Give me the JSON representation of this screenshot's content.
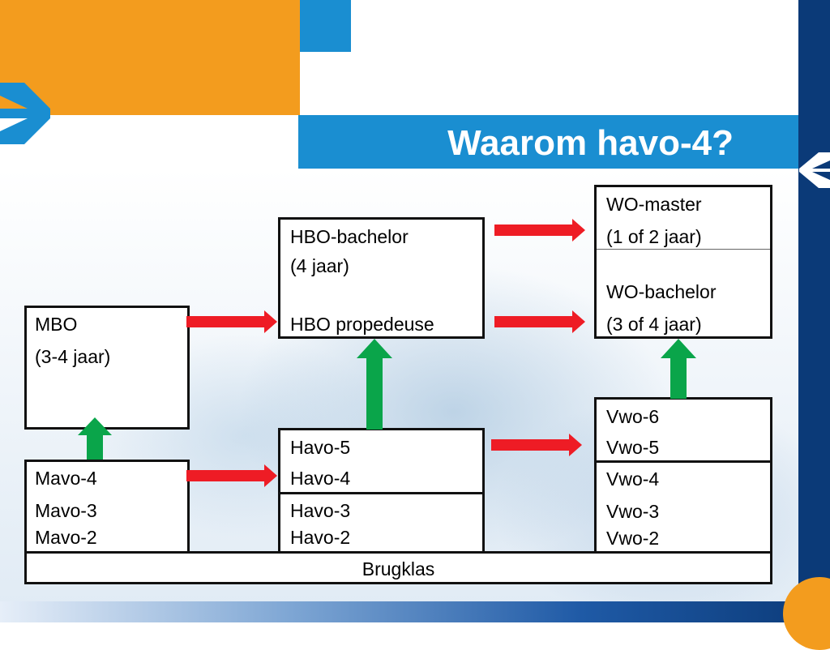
{
  "slide": {
    "title": "Waarom havo-4?"
  },
  "colors": {
    "orange": "#f39c1e",
    "blue": "#1a8ed1",
    "navy": "#0b3a78",
    "arrow_red": "#ee1c25",
    "arrow_green": "#0aa54a"
  },
  "icons": {
    "left_arrow": "chevron-right-icon",
    "right_arrow": "chevron-left-icon"
  },
  "boxes": {
    "mbo": {
      "line1": "MBO",
      "line2": "(3-4 jaar)"
    },
    "hbo": {
      "line1": "HBO-bachelor",
      "line2": "(4 jaar)",
      "line3": "HBO propedeuse"
    },
    "wo": {
      "line1": "WO-master",
      "line2": "(1 of 2 jaar)",
      "line3": "WO-bachelor",
      "line4": "(3 of 4 jaar)"
    },
    "mavo": {
      "line1": "Mavo-4",
      "line2": "Mavo-3",
      "line3": "Mavo-2"
    },
    "havo": {
      "line1": "Havo-5",
      "line2": "Havo-4",
      "line3": "Havo-3",
      "line4": "Havo-2"
    },
    "vwo": {
      "line1": "Vwo-6",
      "line2": "Vwo-5",
      "line3": "Vwo-4",
      "line4": "Vwo-3",
      "line5": "Vwo-2"
    },
    "brugklas": {
      "label": "Brugklas"
    }
  }
}
